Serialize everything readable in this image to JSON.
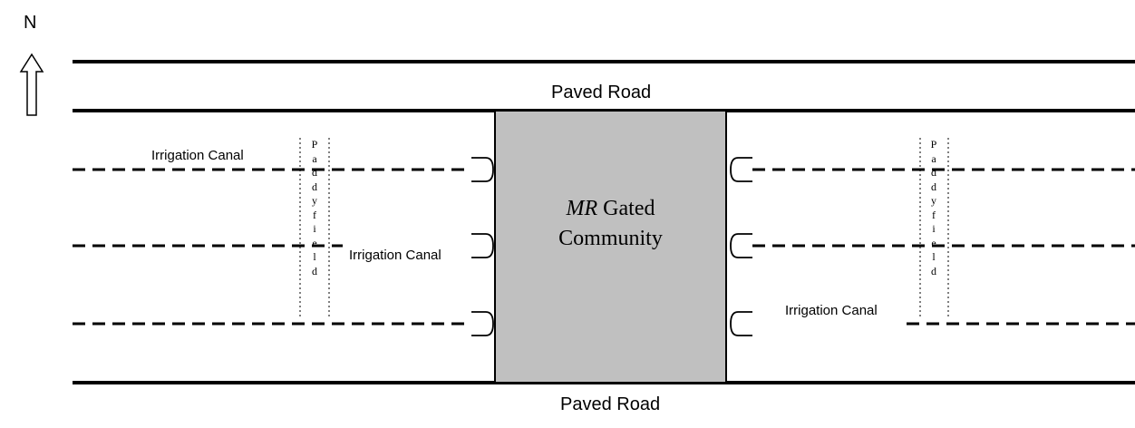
{
  "compass": {
    "label": "N",
    "icon": "north-arrow-icon"
  },
  "roads": {
    "top_label": "Paved Road",
    "bottom_label": "Paved Road"
  },
  "community": {
    "italic_part": "MR",
    "line1_rest": " Gated",
    "line2": "Community",
    "fill_color": "#c0c0c0"
  },
  "canals": {
    "left_top_label": "Irrigation Canal",
    "left_middle_label": "Irrigation Canal",
    "right_bottom_label": "Irrigation Canal"
  },
  "paddy_field": {
    "word": "Paddyfield",
    "letters": [
      "P",
      "a",
      "d",
      "d",
      "y",
      "f",
      "i",
      "e",
      "l",
      "d"
    ]
  }
}
